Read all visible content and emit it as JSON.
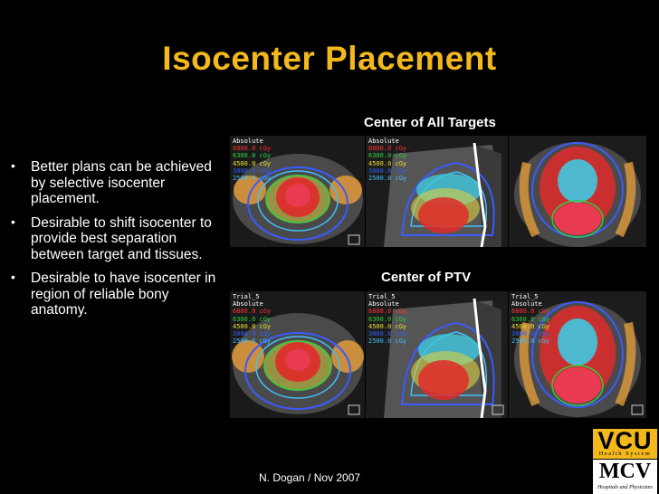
{
  "slide": {
    "title": "Isocenter Placement",
    "bullets": [
      "Better plans can be achieved by selective isocenter placement.",
      "Desirable to shift isocenter to provide best separation between target and tissues.",
      "Desirable to have isocenter in region of reliable bony anatomy."
    ],
    "bullet_symbol": "•",
    "caption_top": "Center of All Targets",
    "caption_bottom": "Center of PTV",
    "footer": "N. Dogan / Nov 2007"
  },
  "panels": {
    "top": {
      "legend_header": [
        "Absolute"
      ],
      "legend_levels": [
        "6800.0 cGy",
        "6300.0 cGy",
        "4500.0 cGy",
        "3000.0 cGy",
        "2500.0 cGy"
      ]
    },
    "bottom": {
      "legend_header": [
        "Trial_5",
        "Absolute"
      ],
      "legend_levels": [
        "6800.0 cGy",
        "6300.0 cGy",
        "4500.0 cGy",
        "3000.0 cGy",
        "2500.0 cGy"
      ]
    },
    "level_colors": [
      "#ff3030",
      "#30d040",
      "#e8e030",
      "#3060ff",
      "#40c0ff"
    ]
  },
  "logos": {
    "vcu": "VCU",
    "vcu_sub": "Health System",
    "mcv": "MCV",
    "mcv_sub": "Hospitals and Physicians"
  },
  "colors": {
    "title": "#f2b81c",
    "background": "#000000",
    "text": "#ffffff"
  }
}
